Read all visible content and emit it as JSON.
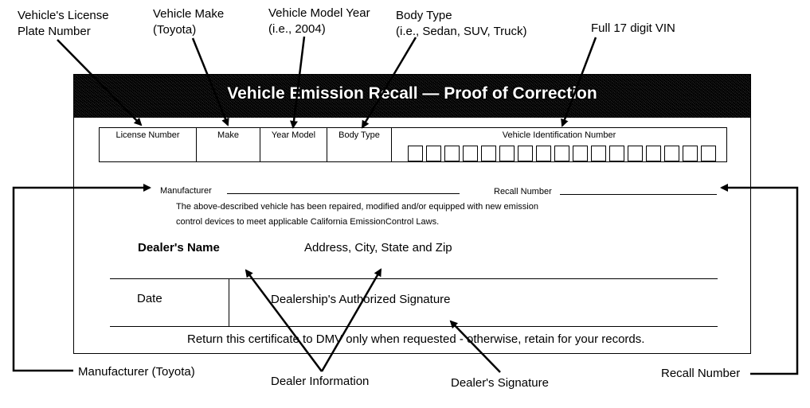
{
  "callouts": {
    "plate": [
      "Vehicle's License",
      "Plate Number"
    ],
    "make": [
      "Vehicle Make",
      "(Toyota)"
    ],
    "year": [
      "Vehicle Model Year",
      "(i.e., 2004)"
    ],
    "body": [
      "Body Type",
      "(i.e., Sedan, SUV, Truck)"
    ],
    "vin": "Full 17 digit VIN",
    "manufacturer": "Manufacturer (Toyota)",
    "dealer_info": "Dealer Information",
    "dealer_sig": "Dealer's Signature",
    "recall": "Recall Number"
  },
  "form": {
    "title": "Vehicle Emission Recall — Proof of Correction",
    "columns": {
      "license": "License   Number",
      "make": "Make",
      "year": "Year Model",
      "body": "Body Type",
      "vin": "Vehicle Identification Number"
    },
    "vin_box_count": 17,
    "manufacturer_label": "Manufacturer",
    "recall_label": "Recall Number",
    "statement": [
      "The above-described vehicle has been repaired, modified and/or equipped with new emission",
      "control devices to meet applicable California EmissionControl Laws."
    ],
    "dealer_name": "Dealer's Name",
    "address": "Address, City, State and Zip",
    "date": "Date",
    "signature": "Dealership's Authorized Signature",
    "footer": "Return this certificate to DMV only when requested - otherwise, retain for your records."
  }
}
